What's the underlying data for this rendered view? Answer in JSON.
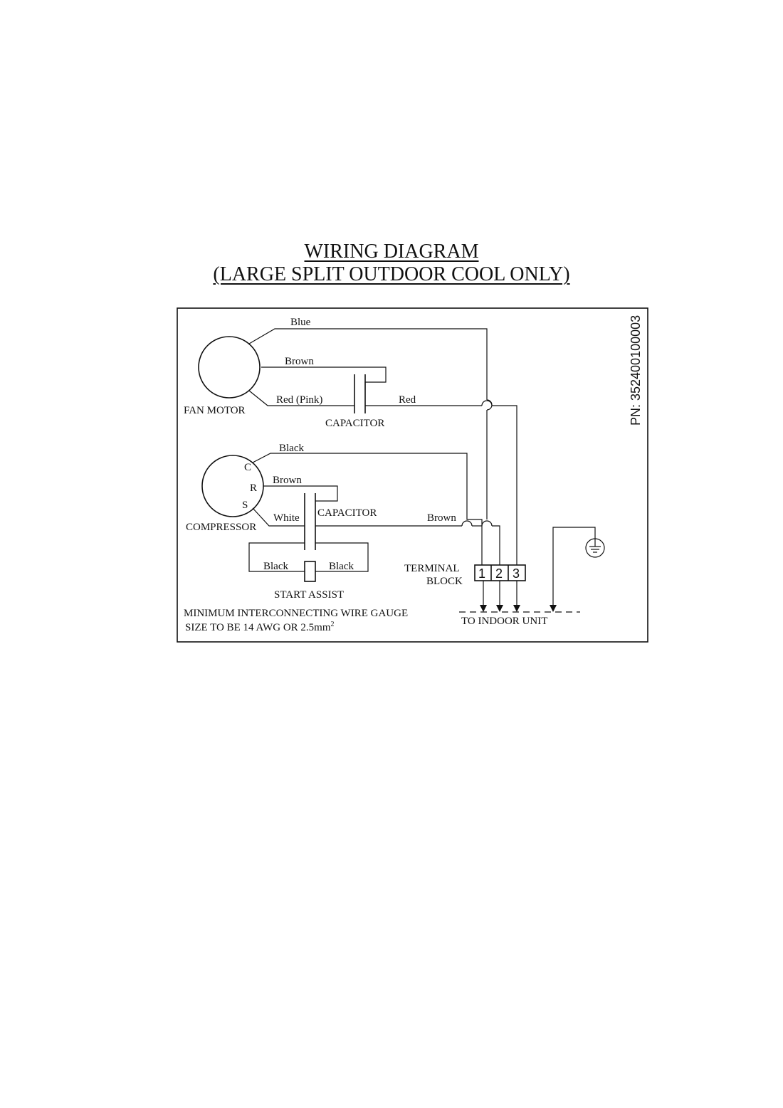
{
  "title": {
    "line1": "WIRING DIAGRAM",
    "line2": "(LARGE SPLIT OUTDOOR COOL ONLY)"
  },
  "part_number": "PN: 352400100003",
  "fan_motor": {
    "label": "FAN MOTOR",
    "wires": {
      "blue": "Blue",
      "brown": "Brown",
      "red_pink": "Red (Pink)",
      "red": "Red"
    },
    "capacitor_label": "CAPACITOR"
  },
  "compressor": {
    "label": "COMPRESSOR",
    "terminals": {
      "c": "C",
      "r": "R",
      "s": "S"
    },
    "wires": {
      "black": "Black",
      "brown": "Brown",
      "white": "White",
      "brown_out": "Brown"
    },
    "capacitor_label": "CAPACITOR"
  },
  "start_assist": {
    "label": "START ASSIST",
    "wire_left": "Black",
    "wire_right": "Black"
  },
  "terminal_block": {
    "label_line1": "TERMINAL",
    "label_line2": "BLOCK",
    "terminals": [
      "1",
      "2",
      "3"
    ]
  },
  "note": {
    "line1": "MINIMUM INTERCONNECTING WIRE GAUGE",
    "line2": "SIZE TO BE 14 AWG OR 2.5mm",
    "line2_sup": "2"
  },
  "to_indoor_unit": "TO INDOOR UNIT"
}
